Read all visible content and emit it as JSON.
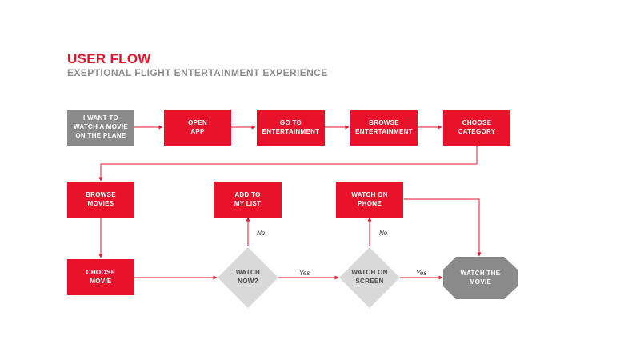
{
  "header": {
    "title": "USER FLOW",
    "subtitle": "EXEPTIONAL FLIGHT ENTERTAINMENT EXPERIENCE"
  },
  "colors": {
    "accent": "#e8132b",
    "start_node": "#8a8a8a",
    "decision": "#d9d9d9",
    "end_node": "#8a8a8a"
  },
  "nodes": {
    "start": "I WANT TO\nWATCH A MOVIE\nON THE PLANE",
    "open_app": "OPEN\nAPP",
    "go_entertainment": "GO TO\nENTERTAINMENT",
    "browse_entertainment": "BROWSE\nENTERTAINMENT",
    "choose_category": "CHOOSE\nCATEGORY",
    "browse_movies": "BROWSE\nMOVIES",
    "add_to_list": "ADD TO\nMY LIST",
    "watch_on_phone": "WATCH ON\nPHONE",
    "choose_movie": "CHOOSE\nMOVIE",
    "watch_now": "WATCH\nNOW?",
    "watch_on_screen": "WATCH ON\nSCREEN",
    "watch_the_movie": "WATCH THE\nMOVIE"
  },
  "edge_labels": {
    "no_1": "No",
    "yes_1": "Yes",
    "no_2": "No",
    "yes_2": "Yes"
  }
}
